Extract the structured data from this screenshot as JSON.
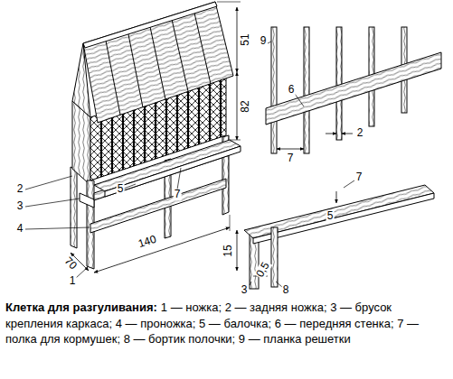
{
  "diagram": {
    "title": "Клетка для разгуливания:",
    "caption": "1 — ножка; 2 — задняя ножка; 3 — брусок крепления каркаса; 4 — проножка; 5 — балочка; 6 — передняя стенка; 7 — полка для кормушек; 8 — бортик полочки; 9 — планка решетки",
    "labels": [
      "51",
      "82",
      "2",
      "3",
      "4",
      "5",
      "7",
      "70",
      "140",
      "1",
      "9",
      "6",
      "7",
      "2",
      "7",
      "5",
      "15",
      "0,5",
      "3",
      "8"
    ]
  }
}
